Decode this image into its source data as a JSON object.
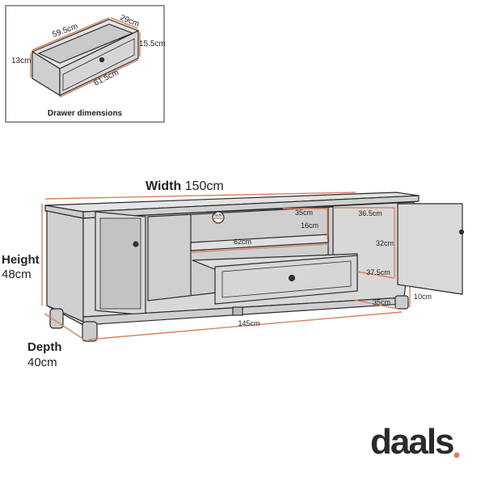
{
  "inset": {
    "caption": "Drawer dimensions",
    "dims": {
      "length_top": "59.5cm",
      "width": "29cm",
      "front_height": "15.5cm",
      "side_height": "13cm",
      "length_front": "61.5cm"
    }
  },
  "main": {
    "width_label": "Width",
    "width_value": "150cm",
    "height_label": "Height",
    "height_value": "48cm",
    "depth_label": "Depth",
    "depth_value": "40cm",
    "dims": {
      "cable_hole": "6cm",
      "shelf_depth": "35cm",
      "shelf_height": "16cm",
      "shelf_width": "62cm",
      "cabinet_width_top": "36.5cm",
      "cabinet_height": "32cm",
      "cabinet_width_bottom": "37.5cm",
      "leg_height": "10cm",
      "inner_depth": "35cm",
      "base_width": "145cm"
    }
  },
  "brand": {
    "name": "daals",
    "dot": "."
  },
  "colors": {
    "accent": "#d9825b",
    "fill": "#d4d4d4",
    "outline": "#2b2b2b"
  }
}
